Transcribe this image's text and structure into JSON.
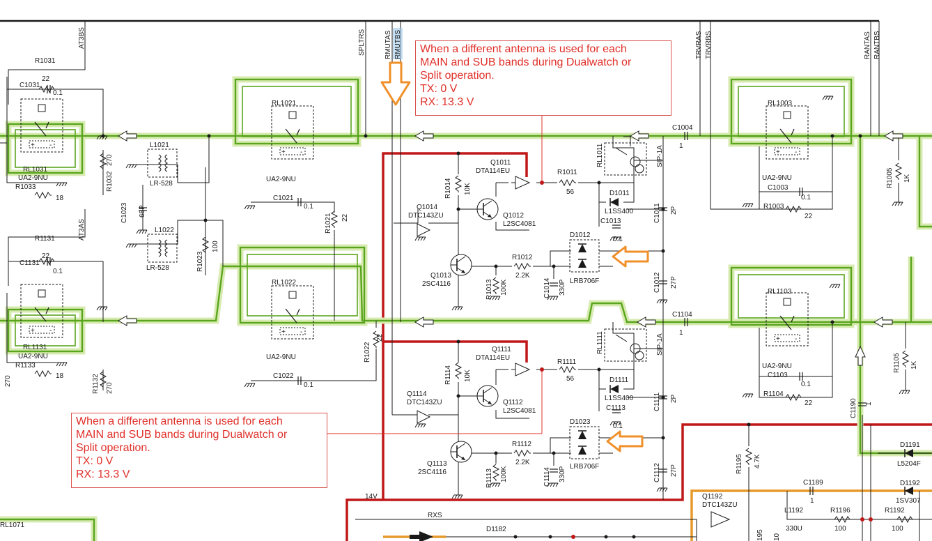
{
  "colors": {
    "wire": "#1a1a1a",
    "green_path": "#5aa51e",
    "green_halo": "#d7ebb0",
    "red_supply": "#c01818",
    "orange_path": "#e79a2c",
    "arrow_orange": "#f0902a",
    "note_text": "#e0302a",
    "note_border": "#d9534f"
  },
  "notes": {
    "top": {
      "line1": "When a different antenna is used for each",
      "line2": "MAIN and SUB bands during Dualwatch or",
      "line3": "Split operation.",
      "tx": "TX: 0 V",
      "rx": "RX: 13.3 V"
    },
    "bottom": {
      "line1": "When a different antenna is used for each",
      "line2": "MAIN and SUB bands during Dualwatch or",
      "line3": "Split operation.",
      "tx": "TX: 0 V",
      "rx": "RX: 13.3 V"
    }
  },
  "net_labels": {
    "at3bs": "AT3BS",
    "at3as": "AT3AS",
    "spltrs": "SPLTRS",
    "rmutas": "RMUTAS",
    "rmutbs": "RMUTBS",
    "trvras": "TRVRAS",
    "trvrbs": "TRVRBS",
    "rantas": "RANTAS",
    "rantbs": "RANTBS",
    "v14": "14V",
    "rxs": "RXS",
    "sip1a_top": "SIP-1A",
    "sip1a_bottom": "SIP-1A"
  },
  "relays": {
    "rl1031": "RL1031",
    "rl1131": "RL1131",
    "rl1021": "RL1021",
    "rl1022": "RL1022",
    "rl1003": "RL1003",
    "rl1103": "RL1103",
    "rl1011": "RL1011",
    "rl1111": "RL1111",
    "rl1071": "RL1071",
    "ua_type": "UA2-9NU"
  },
  "parts": {
    "r1031": "R1031",
    "r1031_val": "22",
    "c1031": "C1031",
    "c1031_val": "0.1",
    "r1033": "R1033",
    "r1033_val": "18",
    "r1032": "R1032",
    "r1032_val": "270",
    "l1021": "L1021",
    "l1022": "L1022",
    "lr528": "LR-528",
    "c1023": "C1023",
    "c1023_val": "68P",
    "r1023": "R1023",
    "r1023_val": "100",
    "c1021": "C1021",
    "c1021_val": "0.1",
    "r1021": "R1021",
    "r1021_val": "22",
    "r1131": "R1131",
    "r1131_val": "22",
    "c1131": "C1131",
    "c1131_val": "0.1",
    "r1133": "R1133",
    "r1133_val": "18",
    "r1132": "R1132",
    "r1132_val": "270",
    "c1022": "C1022",
    "c1022_val": "0.1",
    "r1022": "R1022",
    "r1022_val": "22",
    "q1011": "Q1011",
    "q1011_type": "DTA114EU",
    "r1014": "R1014",
    "r1014_val": "10K",
    "q1014": "Q1014",
    "q1014_type": "DTC143ZU",
    "q1012": "Q1012",
    "q1012_type": "L2SC4081",
    "q1013": "Q1013",
    "q1013_type": "2SC4116",
    "r1011": "R1011",
    "r1011_val": "56",
    "d1011": "D1011",
    "d1011_type": "L1SS400",
    "c1013": "C1013",
    "c1013_val": "0.1",
    "c1011": "C1011",
    "c1011_val": "2P",
    "d1012": "D1012",
    "lrb706f": "LRB706F",
    "r1012": "R1012",
    "r1012_val": "2.2K",
    "r1013": "R1013",
    "r1013_val": "100K",
    "c1014": "C1014",
    "c1014_val": "330P",
    "c1012": "C1012",
    "c1012_val": "27P",
    "c1004": "C1004",
    "c1004_val": "1",
    "c1104": "C1104",
    "c1104_val": "1",
    "q1111": "Q1111",
    "q1111_type": "DTA114EU",
    "r1114": "R1114",
    "r1114_val": "10K",
    "q1114": "Q1114",
    "q1114_type": "DTC143ZU",
    "q1112": "Q1112",
    "q1112_type": "L2SC4081",
    "q1113": "Q1113",
    "q1113_type": "2SC4116",
    "r1111": "R1111",
    "r1111_val": "56",
    "d1111": "D1111",
    "d1111_type": "L1SS400",
    "c1113": "C1113",
    "c1113_val": "0.1",
    "c1111": "C1111",
    "c1111_val": "2P",
    "d1023": "D1023",
    "r1112": "R1112",
    "r1112_val": "2.2K",
    "r1113": "R1113",
    "r1113_val": "100K",
    "c1114": "C1114",
    "c1114_val": "330P",
    "c1112": "C1112",
    "c1112_val": "27P",
    "r1005": "R1005",
    "r1005_val": "1K",
    "c1003": "C1003",
    "c1003_val": "0.1",
    "r1003": "R1003",
    "r1003_val": "22",
    "r1105": "R1105",
    "r1105_val": "1K",
    "c1103": "C1103",
    "c1103_val": "0.1",
    "r1104": "R1104",
    "r1104_val": "22",
    "c1190": "C1190",
    "c1190_val": "1",
    "r1195": "R1195",
    "r1195_val": "4.7K",
    "c1189": "C1189",
    "c1189_val": "1",
    "q1192": "Q1192",
    "q1192_type": "DTC143ZU",
    "l1192": "L1192",
    "l1192_val": "330U",
    "r1196": "R1196",
    "r1196_val": "100",
    "r1192": "R1192",
    "r1192_val": "100",
    "d1191": "D1191",
    "d1191_type": "L5204F",
    "d1192": "D1192",
    "d1192_type": "1SV307",
    "d1182": "D1182",
    "partial_195": "195",
    "partial_10": "10"
  }
}
